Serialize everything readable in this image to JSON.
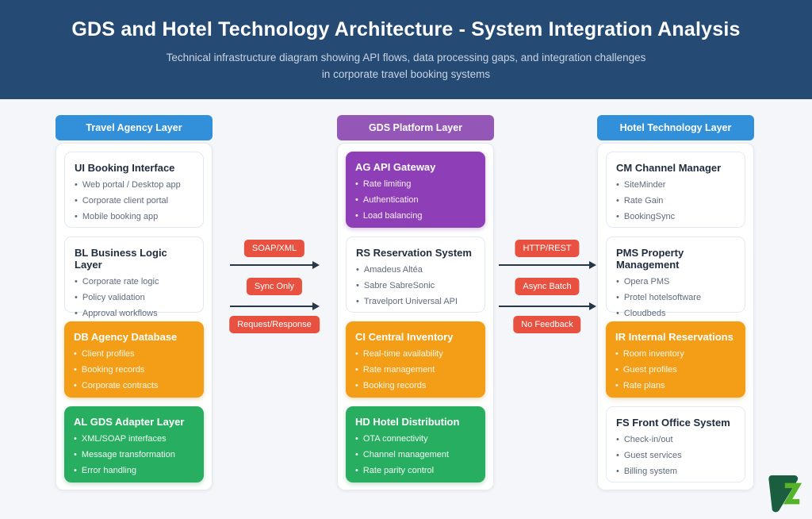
{
  "header": {
    "title": "GDS and Hotel Technology Architecture - System Integration Analysis",
    "subtitle_line1": "Technical infrastructure diagram showing API flows, data processing gaps, and integration challenges",
    "subtitle_line2": "in corporate travel booking systems"
  },
  "columns": [
    {
      "label": "Travel Agency Layer",
      "accent": "#3190d9",
      "cards": [
        {
          "title": "UI Booking Interface",
          "variant": "white",
          "items": [
            "Web portal / Desktop app",
            "Corporate client portal",
            "Mobile booking app"
          ]
        },
        {
          "title": "BL Business Logic Layer",
          "variant": "white",
          "items": [
            "Corporate rate logic",
            "Policy validation",
            "Approval workflows"
          ]
        },
        {
          "title": "DB Agency Database",
          "variant": "orange",
          "items": [
            "Client profiles",
            "Booking records",
            "Corporate contracts"
          ]
        },
        {
          "title": "AL GDS Adapter Layer",
          "variant": "green",
          "items": [
            "XML/SOAP interfaces",
            "Message transformation",
            "Error handling"
          ]
        }
      ]
    },
    {
      "label": "GDS Platform Layer",
      "accent": "#9457b8",
      "cards": [
        {
          "title": "AG API Gateway",
          "variant": "purple",
          "items": [
            "Rate limiting",
            "Authentication",
            "Load balancing"
          ]
        },
        {
          "title": "RS Reservation System",
          "variant": "white",
          "items": [
            "Amadeus Altéa",
            "Sabre SabreSonic",
            "Travelport Universal API"
          ]
        },
        {
          "title": "CI Central Inventory",
          "variant": "orange",
          "items": [
            "Real-time availability",
            "Rate management",
            "Booking records"
          ]
        },
        {
          "title": "HD Hotel Distribution",
          "variant": "green",
          "items": [
            "OTA connectivity",
            "Channel management",
            "Rate parity control"
          ]
        }
      ]
    },
    {
      "label": "Hotel Technology Layer",
      "accent": "#3190d9",
      "cards": [
        {
          "title": "CM Channel Manager",
          "variant": "white",
          "items": [
            "SiteMinder",
            "Rate Gain",
            "BookingSync"
          ]
        },
        {
          "title": "PMS Property Management",
          "variant": "white",
          "items": [
            "Opera PMS",
            "Protel hotelsoftware",
            "Cloudbeds"
          ]
        },
        {
          "title": "IR Internal Reservations",
          "variant": "orange",
          "items": [
            "Room inventory",
            "Guest profiles",
            "Rate plans"
          ]
        },
        {
          "title": "FS Front Office System",
          "variant": "white",
          "items": [
            "Check-in/out",
            "Guest services",
            "Billing system"
          ]
        }
      ]
    }
  ],
  "flows": [
    {
      "labels": [
        "SOAP/XML",
        "Sync Only",
        "Request/Response"
      ]
    },
    {
      "labels": [
        "HTTP/REST",
        "Async Batch",
        "No Feedback"
      ]
    }
  ],
  "colors": {
    "header_bg": "#254a73",
    "page_bg": "#f4f6fa",
    "blue_accent": "#3190d9",
    "purple_accent": "#9457b8",
    "purple_card": "#8e3fb8",
    "orange_card": "#f39e16",
    "green_card": "#27ae60",
    "flow_badge": "#e8503f",
    "arrow": "#26374a",
    "logo_dark_green": "#1b5e3f",
    "logo_light_green": "#54b327"
  }
}
